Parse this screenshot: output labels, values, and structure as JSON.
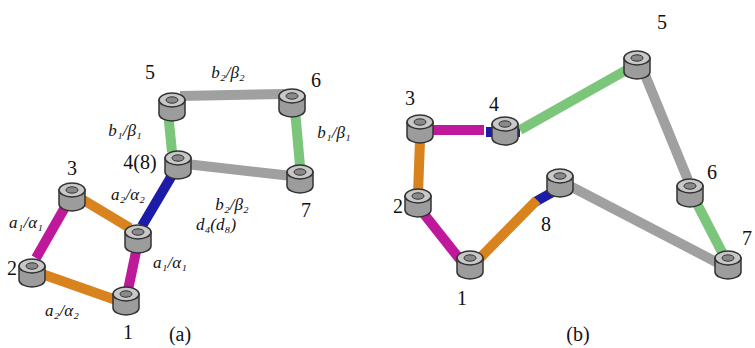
{
  "diagram": {
    "labels": [
      "5",
      "b₂/β₂",
      "6",
      "b₁/β₁",
      "b₁/β₁",
      "4(8)",
      "3",
      "7",
      "b₂/β₂",
      "a₂/α₂",
      "a₁/α₁",
      "d₄(d₈)",
      "a₁/α₁",
      "2",
      "a₂/α₂",
      "1",
      "(a)",
      "5",
      "3",
      "4",
      "6",
      "2",
      "8",
      "7",
      "1",
      "(b)"
    ]
  }
}
